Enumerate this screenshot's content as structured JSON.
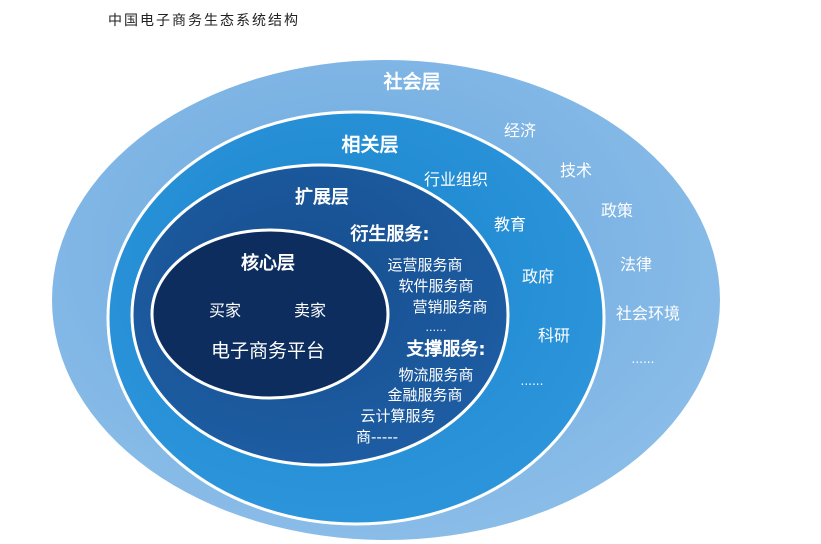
{
  "title": "中国电子商务生态系统结构",
  "colors": {
    "social_outer": "#8fbfe9",
    "social_inner": "#6aa9e0",
    "related_outer": "#2f97dc",
    "related_inner": "#1b86cf",
    "extension_outer": "#1f5fa6",
    "extension_inner": "#154e8e",
    "core": "#0c2d5e",
    "ring": "#ffffff"
  },
  "layers": {
    "social": {
      "label": "社会层",
      "items": [
        "经济",
        "技术",
        "政策",
        "法律",
        "社会环境",
        "......"
      ]
    },
    "related": {
      "label": "相关层",
      "items": [
        "行业组织",
        "教育",
        "政府",
        "科研",
        "......"
      ]
    },
    "extension": {
      "label": "扩展层",
      "derived": {
        "label": "衍生服务:",
        "items": [
          "运营服务商",
          "软件服务商",
          "营销服务商",
          "......"
        ]
      },
      "support": {
        "label": "支撑服务:",
        "items": [
          "物流服务商",
          "金融服务商",
          "云计算服务",
          "商-----"
        ]
      }
    },
    "core": {
      "label": "核心层",
      "buyer": "买家",
      "seller": "卖家",
      "platform": "电子商务平台"
    }
  }
}
